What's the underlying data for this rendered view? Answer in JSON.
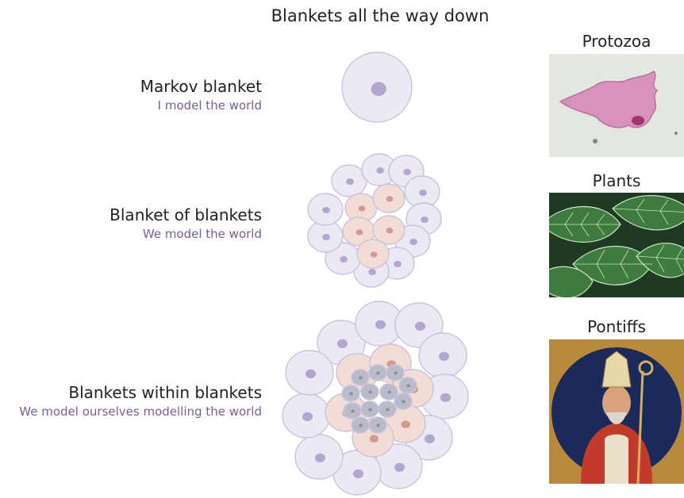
{
  "title": "Blankets all the way down",
  "rows": [
    {
      "title": "Markov blanket",
      "subtitle": "I model the world"
    },
    {
      "title": "Blanket of blankets",
      "subtitle": "We model the world"
    },
    {
      "title": "Blankets within blankets",
      "subtitle": "We model ourselves modelling the world"
    }
  ],
  "examples": [
    {
      "label": "Protozoa"
    },
    {
      "label": "Plants"
    },
    {
      "label": "Pontiffs"
    }
  ],
  "colors": {
    "cell_fill": "#ece9f4",
    "cell_edge": "#c9c2dc",
    "nucleus": "#b3a6cf",
    "inner_cell_fill": "#f4dcd6",
    "inner_nucleus": "#d59a8e",
    "core_cell_fill": "#b9bcc8",
    "core_nucleus": "#8a8e9c",
    "subtitle": "#7a5f93"
  }
}
